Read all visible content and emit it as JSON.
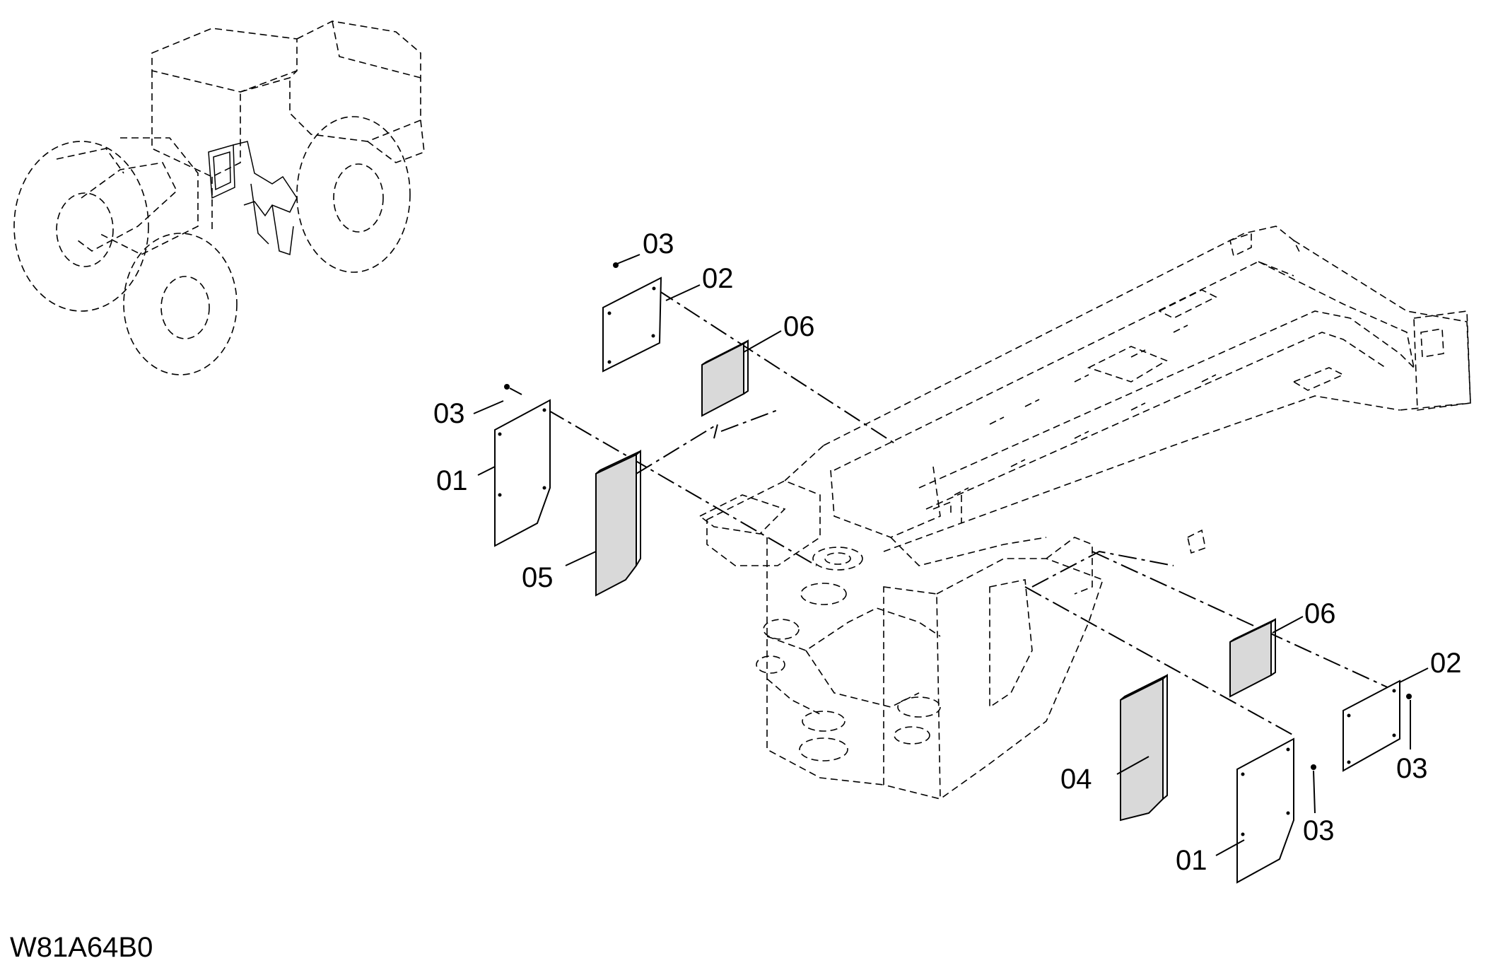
{
  "drawing_code": "W81A64B0",
  "labels": {
    "l03_top": "03",
    "l02_top": "02",
    "l06_top": "06",
    "l03_left": "03",
    "l01_left": "01",
    "l05": "05",
    "l06_right": "06",
    "l02_right": "02",
    "l03_right_a": "03",
    "l04": "04",
    "l03_right_b": "03",
    "l01_right": "01"
  }
}
